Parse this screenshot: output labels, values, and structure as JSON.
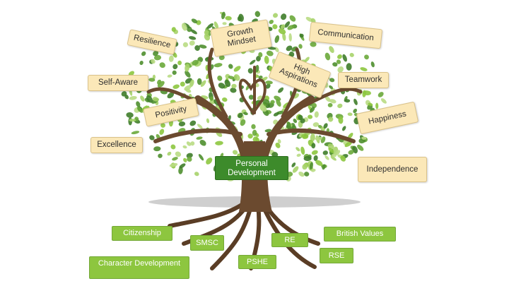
{
  "colors": {
    "leaf_box": "#fbe8b8",
    "root_box": "#8dc63f",
    "trunk_box": "#3d8b2b",
    "bark": "#6b4a2f",
    "foliage": "#7bb043"
  },
  "trunk_label": "Personal Development",
  "branch_values": [
    "Resilience",
    "Growth Mindset",
    "Communication",
    "Self-Aware",
    "High Aspirations",
    "Teamwork",
    "Positivity",
    "Happiness",
    "Excellence",
    "Independence"
  ],
  "root_values": [
    "Citizenship",
    "SMSC",
    "RE",
    "British Values",
    "RSE",
    "PSHE",
    "Character Development"
  ]
}
